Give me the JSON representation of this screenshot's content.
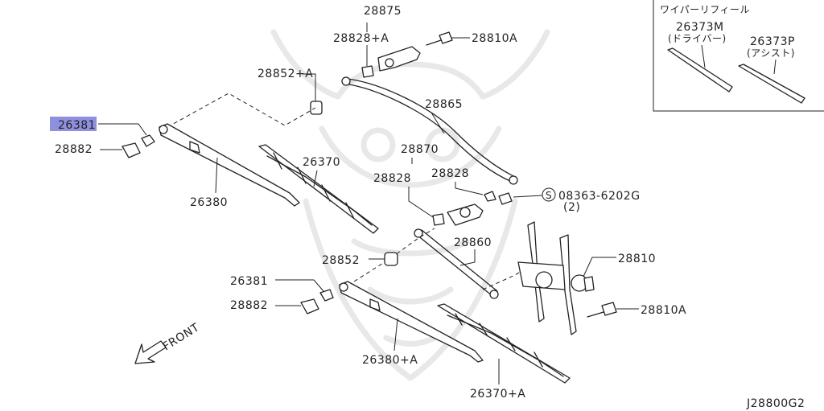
{
  "labels": {
    "l28875": "28875",
    "l28828a": "28828+A",
    "l28810a_top": "28810A",
    "l28852a": "28852+A",
    "l28865": "28865",
    "l26381_sel": "26381",
    "l28882_top": "28882",
    "l26370": "26370",
    "l26380": "26380",
    "l28870": "28870",
    "l28828_left": "28828",
    "l28828_right": "28828",
    "l08363_s": "S",
    "l08363": "08363-6202G",
    "l08363_qty": "(2)",
    "l28860": "28860",
    "l28852": "28852",
    "l28810": "28810",
    "l26381_low": "26381",
    "l28882_low": "28882",
    "l28810a_low": "28810A",
    "l26380a": "26380+A",
    "l26370a": "26370+A",
    "front": "FRONT",
    "diagram_code": "J28800G2"
  },
  "inset": {
    "title": "ワイパーリフィール",
    "driver_part": "26373M",
    "driver_sub": "(ドライバー)",
    "assist_part": "26373P",
    "assist_sub": "(アシスト)"
  },
  "colors": {
    "highlight": "#8f8fe0",
    "ink": "#222222",
    "watermark": "#e8e8e8"
  },
  "icons": [
    "front-arrow-icon",
    "s-circle-icon"
  ]
}
